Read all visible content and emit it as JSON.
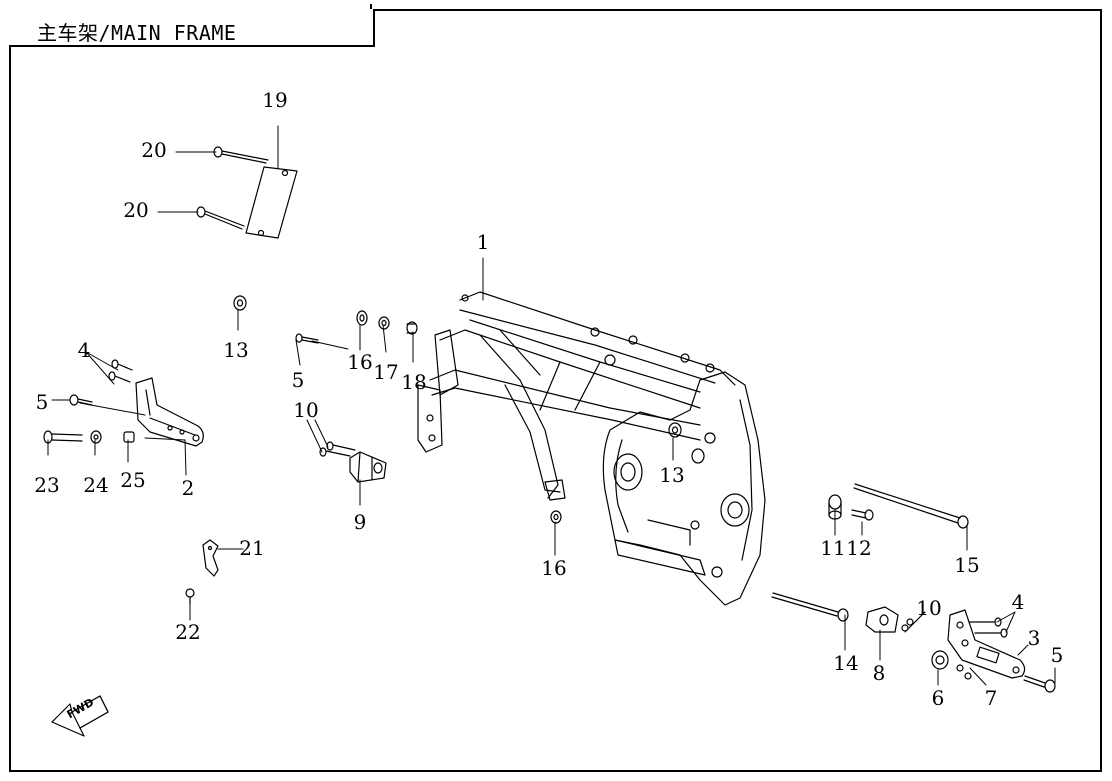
{
  "title": "主车架/MAIN FRAME",
  "fwd_label": "FWD",
  "callouts": {
    "c1": "1",
    "c2": "2",
    "c3": "3",
    "c4a": "4",
    "c4b": "4",
    "c5a": "5",
    "c5b": "5",
    "c5c": "5",
    "c6": "6",
    "c7": "7",
    "c8": "8",
    "c9": "9",
    "c10a": "10",
    "c10b": "10",
    "c11": "11",
    "c12": "12",
    "c13a": "13",
    "c13b": "13",
    "c14": "14",
    "c15": "15",
    "c16a": "16",
    "c16b": "16",
    "c17": "17",
    "c18": "18",
    "c19": "19",
    "c20a": "20",
    "c20b": "20",
    "c21": "21",
    "c22": "22",
    "c23": "23",
    "c24": "24",
    "c25": "25"
  }
}
